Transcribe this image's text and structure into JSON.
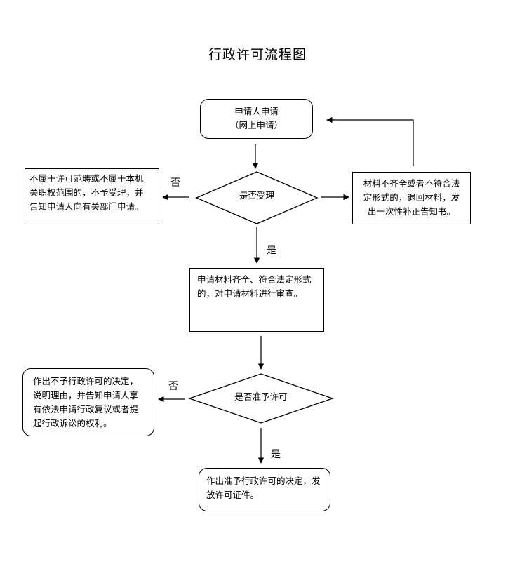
{
  "title": "行政许可流程图",
  "nodes": {
    "apply": {
      "lines": [
        "申请人申请",
        "（网上申请）"
      ]
    },
    "decision_accept": {
      "text": "是否受理"
    },
    "not_in_scope": {
      "lines": [
        "不属于许可范畴或不属于本机",
        "关职权范围的，不予受理，并",
        "告知申请人向有关部门申请。"
      ]
    },
    "incomplete": {
      "lines": [
        "材料不齐全或者不符合法",
        "定形式的，退回材料，发",
        "出一次性补正告知书。"
      ]
    },
    "review": {
      "lines": [
        "申请材料齐全、符合法定形式",
        "的，对申请材料进行审查。"
      ]
    },
    "decision_permit": {
      "text": "是否准予许可"
    },
    "deny": {
      "lines": [
        "作出不予行政许可的决定，",
        "说明理由，并告知申请人享",
        "有依法申请行政复议或者提",
        "起行政诉讼的权利。"
      ]
    },
    "grant": {
      "lines": [
        "作出准予行政许可的决定，发",
        "放许可证件。"
      ]
    }
  },
  "edge_labels": {
    "no_1": "否",
    "yes_1": "是",
    "no_2": "否",
    "yes_2": "是"
  }
}
